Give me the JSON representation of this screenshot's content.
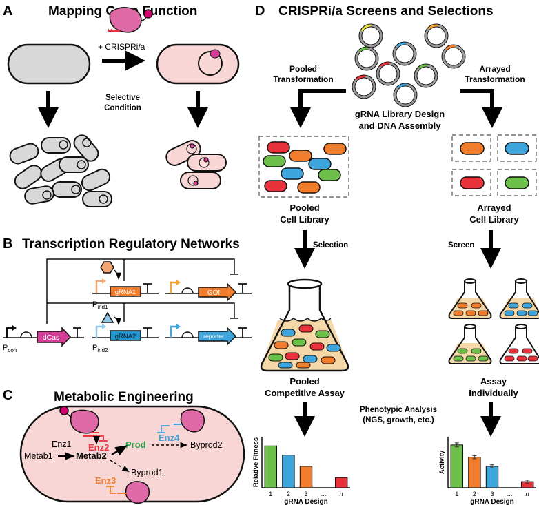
{
  "panels": {
    "a": {
      "letter": "A",
      "title": "Mapping Gene Function",
      "treatment": "+ CRISPRi/a",
      "condition_line1": "Selective",
      "condition_line2": "Condition"
    },
    "b": {
      "letter": "B",
      "title": "Transcription Regulatory Networks",
      "gene_labels": {
        "gRNA1": "gRNA1",
        "goi": "GOI",
        "dcas": "dCas",
        "gRNA2": "gRNA2",
        "reporter": "reporter"
      },
      "promoters": {
        "con": {
          "base": "P",
          "sub": "con"
        },
        "ind1": {
          "base": "P",
          "sub": "ind1"
        },
        "ind2": {
          "base": "P",
          "sub": "ind2"
        }
      }
    },
    "c": {
      "letter": "C",
      "title": "Metabolic Engineering",
      "labels": {
        "enz1": "Enz1",
        "enz2": "Enz2",
        "enz3": "Enz3",
        "enz4": "Enz4",
        "metab1": "Metab1",
        "metab2": "Metab2",
        "prod": "Prod",
        "byprod1": "Byprod1",
        "byprod2": "Byprod2"
      }
    },
    "d": {
      "letter": "D",
      "title": "CRISPRi/a Screens and Selections",
      "pooled_transformation": [
        "Pooled",
        "Transformation"
      ],
      "arrayed_transformation": [
        "Arrayed",
        "Transformation"
      ],
      "library_design": [
        "gRNA Library Design",
        "and DNA Assembly"
      ],
      "pooled_library": [
        "Pooled",
        "Cell Library"
      ],
      "arrayed_library": [
        "Arrayed",
        "Cell Library"
      ],
      "selection": "Selection",
      "screen": "Screen",
      "pooled_assay": [
        "Pooled",
        "Competitive Assay"
      ],
      "assay_individually": [
        "Assay",
        "Individually"
      ],
      "phenotypic_analysis": [
        "Phenotypic Analysis",
        "(NGS, growth, etc.)"
      ]
    }
  },
  "colors": {
    "green": "#6cc04a",
    "blue": "#3ea6dc",
    "orange": "#f07c2c",
    "red": "#e8323c",
    "magenta": "#d43d96",
    "pink_cell": "#f9d6d6",
    "grey_cell": "#d8d8d8",
    "flask_liquid": "#f5d8a8"
  },
  "chart_data": [
    {
      "type": "bar",
      "ylabel": "Relative Fitness",
      "xlabel": "gRNA Design",
      "categories": [
        "1",
        "2",
        "3",
        "...",
        "n"
      ],
      "values": [
        0.82,
        0.64,
        0.42,
        null,
        0.2
      ],
      "colors": [
        "#6cc04a",
        "#3ea6dc",
        "#f07c2c",
        null,
        "#e8323c"
      ],
      "ylim": [
        0,
        1
      ]
    },
    {
      "type": "bar",
      "ylabel": "Activity",
      "xlabel": "gRNA Design",
      "categories": [
        "1",
        "2",
        "3",
        "...",
        "n"
      ],
      "values": [
        0.84,
        0.6,
        0.42,
        null,
        0.12
      ],
      "errors": [
        0.04,
        0.03,
        0.03,
        null,
        0.03
      ],
      "colors": [
        "#6cc04a",
        "#f07c2c",
        "#3ea6dc",
        null,
        "#e8323c"
      ],
      "ylim": [
        0,
        1
      ]
    }
  ]
}
